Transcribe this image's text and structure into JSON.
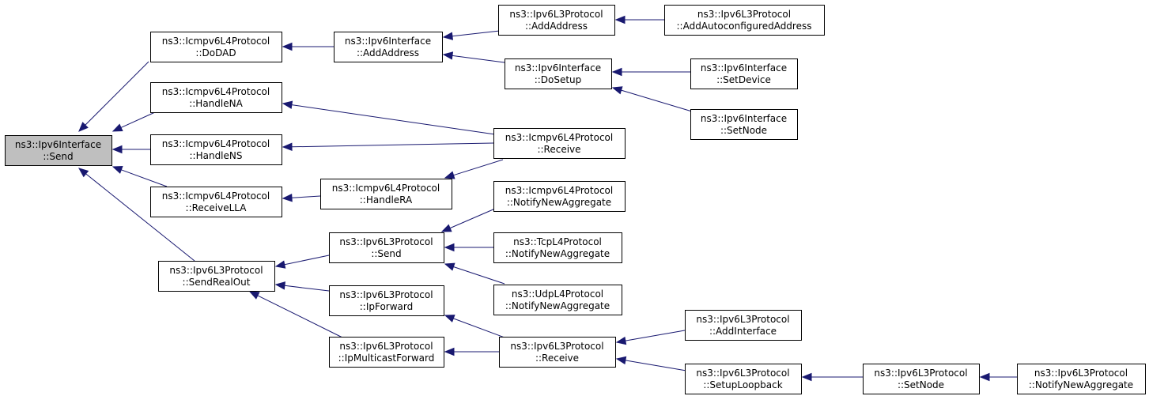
{
  "graph": {
    "nodes": [
      {
        "id": "root",
        "line1": "ns3::Ipv6Interface",
        "line2": "::Send"
      },
      {
        "id": "icmp_dodad",
        "line1": "ns3::Icmpv6L4Protocol",
        "line2": "::DoDAD"
      },
      {
        "id": "icmp_handlena",
        "line1": "ns3::Icmpv6L4Protocol",
        "line2": "::HandleNA"
      },
      {
        "id": "icmp_handlens",
        "line1": "ns3::Icmpv6L4Protocol",
        "line2": "::HandleNS"
      },
      {
        "id": "icmp_receivella",
        "line1": "ns3::Icmpv6L4Protocol",
        "line2": "::ReceiveLLA"
      },
      {
        "id": "l3_sendrealout",
        "line1": "ns3::Ipv6L3Protocol",
        "line2": "::SendRealOut"
      },
      {
        "id": "iface_addaddress",
        "line1": "ns3::Ipv6Interface",
        "line2": "::AddAddress"
      },
      {
        "id": "icmp_handlera",
        "line1": "ns3::Icmpv6L4Protocol",
        "line2": "::HandleRA"
      },
      {
        "id": "l3_send",
        "line1": "ns3::Ipv6L3Protocol",
        "line2": "::Send"
      },
      {
        "id": "l3_ipforward",
        "line1": "ns3::Ipv6L3Protocol",
        "line2": "::IpForward"
      },
      {
        "id": "l3_ipmulticastforward",
        "line1": "ns3::Ipv6L3Protocol",
        "line2": "::IpMulticastForward"
      },
      {
        "id": "l3_addaddress",
        "line1": "ns3::Ipv6L3Protocol",
        "line2": "::AddAddress"
      },
      {
        "id": "iface_dosetup",
        "line1": "ns3::Ipv6Interface",
        "line2": "::DoSetup"
      },
      {
        "id": "icmp_receive",
        "line1": "ns3::Icmpv6L4Protocol",
        "line2": "::Receive"
      },
      {
        "id": "icmp_notifynewaggregate",
        "line1": "ns3::Icmpv6L4Protocol",
        "line2": "::NotifyNewAggregate"
      },
      {
        "id": "tcp_notifynewaggregate",
        "line1": "ns3::TcpL4Protocol",
        "line2": "::NotifyNewAggregate"
      },
      {
        "id": "udp_notifynewaggregate",
        "line1": "ns3::UdpL4Protocol",
        "line2": "::NotifyNewAggregate"
      },
      {
        "id": "l3_receive",
        "line1": "ns3::Ipv6L3Protocol",
        "line2": "::Receive"
      },
      {
        "id": "l3_addautoconfiguredaddress",
        "line1": "ns3::Ipv6L3Protocol",
        "line2": "::AddAutoconfiguredAddress"
      },
      {
        "id": "iface_setdevice",
        "line1": "ns3::Ipv6Interface",
        "line2": "::SetDevice"
      },
      {
        "id": "iface_setnode",
        "line1": "ns3::Ipv6Interface",
        "line2": "::SetNode"
      },
      {
        "id": "l3_addinterface",
        "line1": "ns3::Ipv6L3Protocol",
        "line2": "::AddInterface"
      },
      {
        "id": "l3_setuploopback",
        "line1": "ns3::Ipv6L3Protocol",
        "line2": "::SetupLoopback"
      },
      {
        "id": "l3_setnode",
        "line1": "ns3::Ipv6L3Protocol",
        "line2": "::SetNode"
      },
      {
        "id": "l3_notifynewaggregate",
        "line1": "ns3::Ipv6L3Protocol",
        "line2": "::NotifyNewAggregate"
      }
    ],
    "edges": [
      {
        "from": "icmp_dodad",
        "to": "root"
      },
      {
        "from": "icmp_handlena",
        "to": "root"
      },
      {
        "from": "icmp_handlens",
        "to": "root"
      },
      {
        "from": "icmp_receivella",
        "to": "root"
      },
      {
        "from": "l3_sendrealout",
        "to": "root"
      },
      {
        "from": "iface_addaddress",
        "to": "icmp_dodad"
      },
      {
        "from": "l3_addaddress",
        "to": "iface_addaddress"
      },
      {
        "from": "l3_addautoconfiguredaddress",
        "to": "l3_addaddress"
      },
      {
        "from": "iface_dosetup",
        "to": "iface_addaddress"
      },
      {
        "from": "iface_setdevice",
        "to": "iface_dosetup"
      },
      {
        "from": "iface_setnode",
        "to": "iface_dosetup"
      },
      {
        "from": "icmp_receive",
        "to": "icmp_handlena"
      },
      {
        "from": "icmp_receive",
        "to": "icmp_handlens"
      },
      {
        "from": "icmp_handlera",
        "to": "icmp_receivella"
      },
      {
        "from": "icmp_receive",
        "to": "icmp_handlera"
      },
      {
        "from": "l3_send",
        "to": "l3_sendrealout"
      },
      {
        "from": "l3_ipforward",
        "to": "l3_sendrealout"
      },
      {
        "from": "l3_ipmulticastforward",
        "to": "l3_sendrealout"
      },
      {
        "from": "icmp_notifynewaggregate",
        "to": "l3_send"
      },
      {
        "from": "tcp_notifynewaggregate",
        "to": "l3_send"
      },
      {
        "from": "udp_notifynewaggregate",
        "to": "l3_send"
      },
      {
        "from": "l3_receive",
        "to": "l3_ipforward"
      },
      {
        "from": "l3_receive",
        "to": "l3_ipmulticastforward"
      },
      {
        "from": "l3_addinterface",
        "to": "l3_receive"
      },
      {
        "from": "l3_setuploopback",
        "to": "l3_receive"
      },
      {
        "from": "l3_setnode",
        "to": "l3_setuploopback"
      },
      {
        "from": "l3_notifynewaggregate",
        "to": "l3_setnode"
      }
    ]
  }
}
